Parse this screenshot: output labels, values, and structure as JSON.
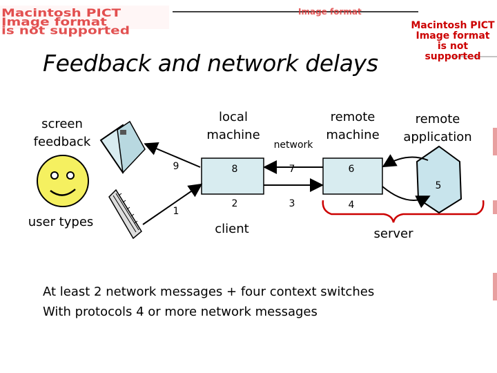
{
  "title": "Feedback and network delays",
  "labels": {
    "screen_feedback": [
      "screen",
      "feedback"
    ],
    "user_types": "user types",
    "local_machine": [
      "local",
      "machine"
    ],
    "network": "network",
    "remote_machine": [
      "remote",
      "machine"
    ],
    "remote_application": [
      "remote",
      "application"
    ],
    "client": "client",
    "server": "server"
  },
  "steps": [
    "1",
    "2",
    "3",
    "4",
    "5",
    "6",
    "7",
    "8",
    "9"
  ],
  "footer": [
    "At least 2 network messages + four context switches",
    "With protocols 4 or more network messages"
  ],
  "pict_notice": [
    "Macintosh PICT",
    "Image format",
    "is not supported"
  ],
  "colors": {
    "box_fill": "#d8ecf0",
    "accent_red": "#cc0000",
    "hexagon_fill": "#c8e4ec",
    "smiley_fill": "#f5f060"
  }
}
